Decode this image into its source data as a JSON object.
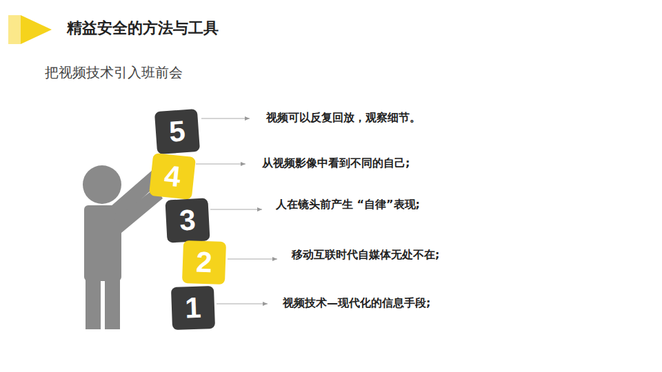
{
  "diagram": {
    "title": "精益安全的方法与工具",
    "nodes": [
      {
        "text": [
          "5"
        ]
      },
      {
        "text": [
          "4"
        ]
      },
      {
        "text": [
          "3"
        ]
      },
      {
        "text": [
          "2"
        ]
      },
      {
        "text": [
          "1"
        ]
      }
    ],
    "labels": [
      "把视频技术引入班前会",
      "视频可以反复回放，观察细节。",
      "从视频影像中看到不同的自己;",
      "人在镜头前产生 “自律”表现;",
      "移动互联时代自媒体无处不在;",
      "视频技术—现代化的信息手段;"
    ]
  }
}
